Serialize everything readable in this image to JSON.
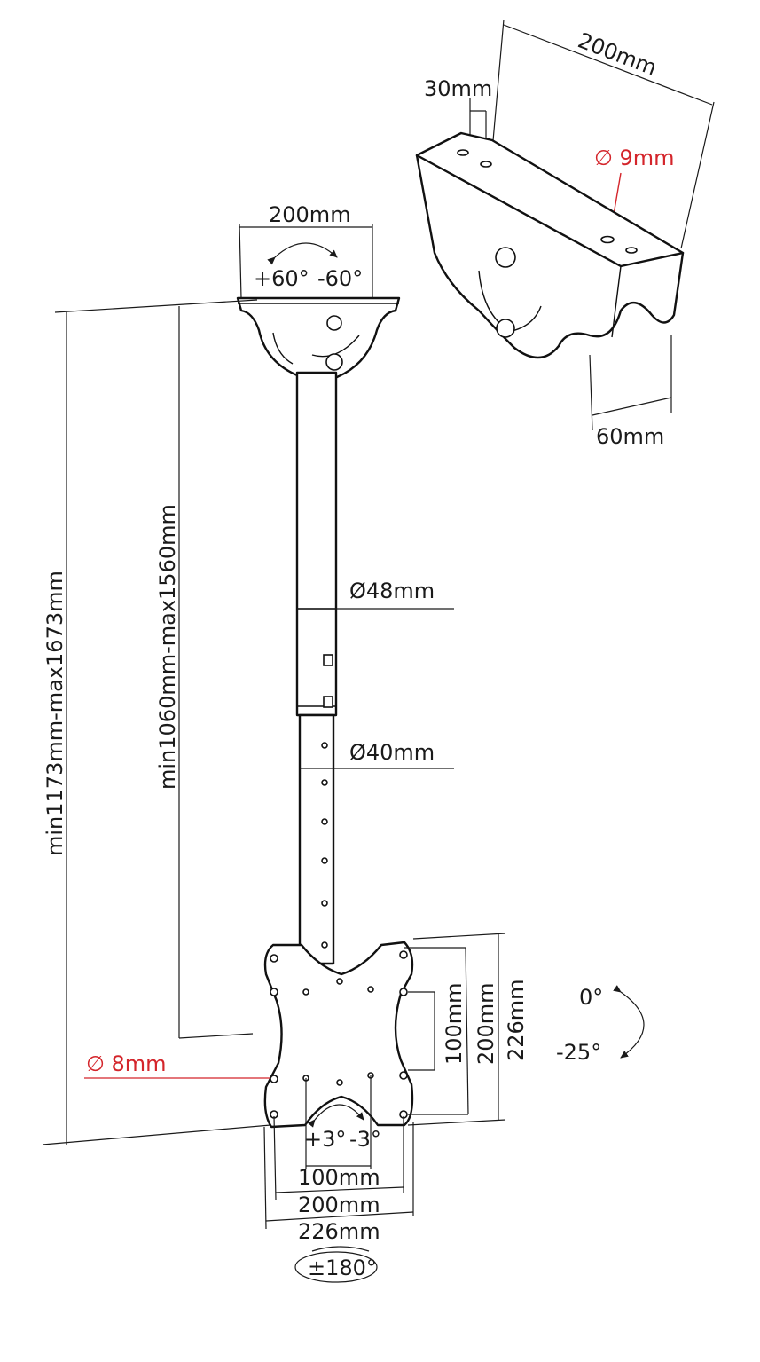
{
  "labels": {
    "top_width": "200mm",
    "top_rotation_plus": "+60°",
    "top_rotation_minus": "-60°",
    "bracket_width": "200mm",
    "bracket_hole_spacing": "30mm",
    "bracket_hole_diameter": "∅ 9mm",
    "bracket_depth": "60mm",
    "outer_pole_diameter": "Ø48mm",
    "inner_pole_diameter": "Ø40mm",
    "overall_height": "min1173mm-max1673mm",
    "pole_height": "min1060mm-max1560mm",
    "plate_hole_diameter": "∅ 8mm",
    "tilt_up": "0°",
    "tilt_down": "-25°",
    "vesa_inner": "100mm",
    "vesa_outer": "200mm",
    "plate_outer": "226mm",
    "swivel_plus": "+3°",
    "swivel_minus": "-3°",
    "width_inner": "100mm",
    "width_outer": "200mm",
    "width_plate": "226mm",
    "rotation": "±180°"
  },
  "colors": {
    "line": "#1a1a1a",
    "highlight": "#d4252b"
  }
}
